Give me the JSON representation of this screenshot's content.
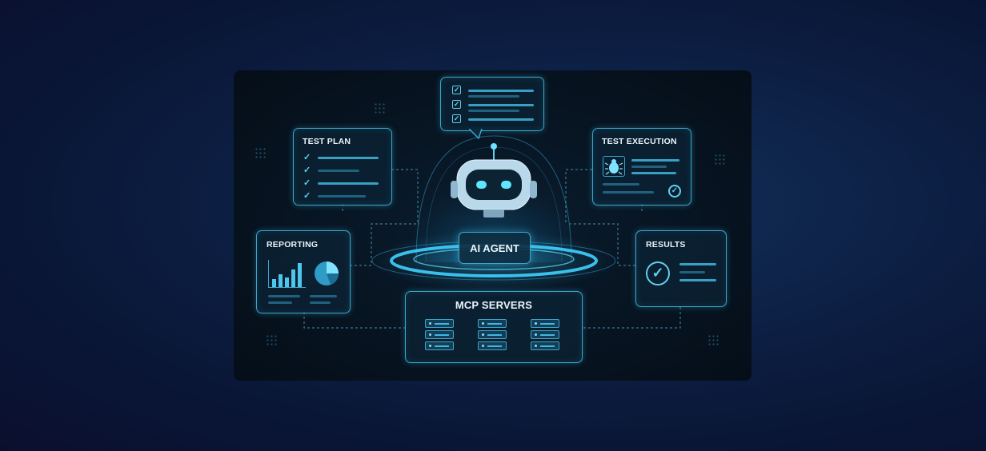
{
  "diagram": {
    "center": {
      "label": "AI AGENT"
    },
    "nodes": {
      "test_plan": {
        "title": "TEST PLAN"
      },
      "test_execution": {
        "title": "TEST EXECUTION"
      },
      "reporting": {
        "title": "REPORTING"
      },
      "results": {
        "title": "RESULTS"
      },
      "mcp_servers": {
        "title": "MCP SERVERS"
      }
    },
    "icons": {
      "checklist_bubble": "checklist-icon",
      "bug": "bug-icon",
      "check_circle": "check-circle-icon",
      "bar_chart": "bar-chart-icon",
      "pie_chart": "pie-chart-icon",
      "server": "server-icon",
      "robot": "robot-icon"
    },
    "colors": {
      "accent": "#3aa6c9",
      "glow": "#5fd0f0",
      "text": "#e9f5fb",
      "background": "#0a1636"
    }
  }
}
